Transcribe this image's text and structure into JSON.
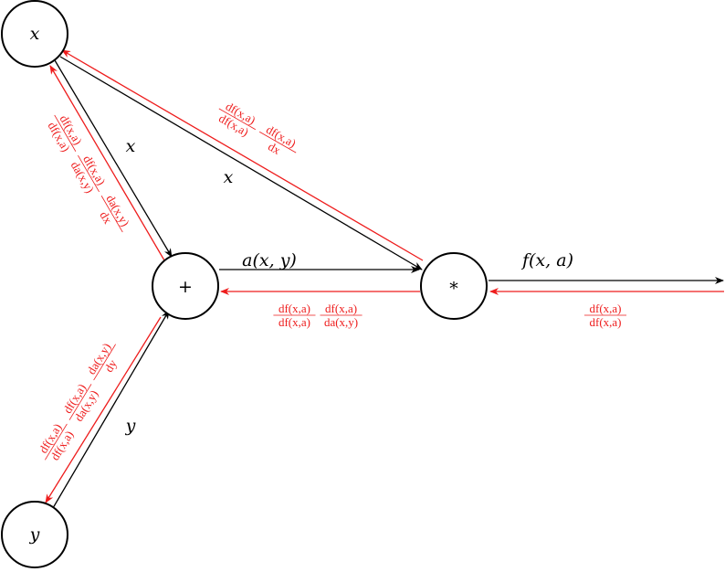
{
  "colors": {
    "forward": "#000000",
    "backward": "#ee1c1c"
  },
  "nodes": {
    "x": {
      "label": "x"
    },
    "plus": {
      "label": "+"
    },
    "times": {
      "label": "*"
    },
    "y": {
      "label": "y"
    }
  },
  "forward_labels": {
    "x_to_plus": "x",
    "x_to_times": "x",
    "plus_to_times": "a(x, y)",
    "times_to_out": "f(x, a)",
    "y_to_plus": "y"
  },
  "backward_labels": {
    "out_to_times": [
      {
        "num": "df(x,a)",
        "den": "df(x,a)"
      }
    ],
    "times_to_plus": [
      {
        "num": "df(x,a)",
        "den": "df(x,a)"
      },
      {
        "num": "df(x,a)",
        "den": "da(x,y)"
      }
    ],
    "times_to_x": [
      {
        "num": "df(x,a)",
        "den": "df(x,a)"
      },
      {
        "num": "df(x,a)",
        "den": "dx"
      }
    ],
    "plus_to_x": [
      {
        "num": "df(x,a)",
        "den": "df(x,a)"
      },
      {
        "num": "df(x,a)",
        "den": "da(x,y)"
      },
      {
        "num": "da(x,y)",
        "den": "dx"
      }
    ],
    "plus_to_y": [
      {
        "num": "df(x,a)",
        "den": "df(x,a)"
      },
      {
        "num": "df(x,a)",
        "den": "da(x,y)"
      },
      {
        "num": "da(x,y)",
        "den": "dy"
      }
    ]
  }
}
